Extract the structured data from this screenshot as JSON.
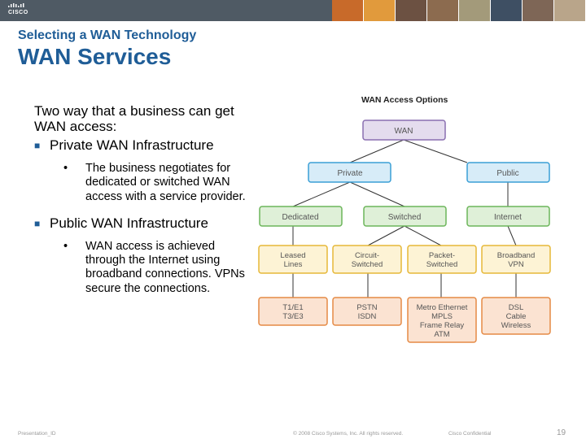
{
  "header": {
    "logo_text": "CISCO",
    "section_title": "Selecting a WAN Technology",
    "slide_title": "WAN Services"
  },
  "content": {
    "intro": "Two way that a business can get WAN access:",
    "bullets": [
      {
        "label": "Private WAN Infrastructure",
        "detail": "The business negotiates for dedicated or switched WAN access with a service provider."
      },
      {
        "label": "Public WAN Infrastructure",
        "detail": "WAN access is achieved through the Internet using broadband connections. VPNs secure the connections."
      }
    ]
  },
  "diagram": {
    "title": "WAN Access Options",
    "root": "WAN",
    "level1": [
      "Private",
      "Public"
    ],
    "level2": [
      "Dedicated",
      "Switched",
      "Internet"
    ],
    "level3": [
      [
        "Leased",
        "Lines"
      ],
      [
        "Circuit-",
        "Switched"
      ],
      [
        "Packet-",
        "Switched"
      ],
      [
        "Broadband",
        "VPN"
      ]
    ],
    "level4": [
      [
        "T1/E1",
        "T3/E3"
      ],
      [
        "PSTN",
        "ISDN"
      ],
      [
        "Metro Ethernet",
        "MPLS",
        "Frame Relay",
        "ATM"
      ],
      [
        "DSL",
        "Cable",
        "Wireless"
      ]
    ],
    "colors": {
      "root_fill": "#e4dcee",
      "root_stroke": "#8a6fb0",
      "level1_fill": "#d7ecf8",
      "level1_stroke": "#3a9fd6",
      "level2_fill": "#dff0d8",
      "level2_stroke": "#6cb55a",
      "level3_fill": "#fdf3d5",
      "level3_stroke": "#e6b838",
      "level4_fill": "#fbe3d2",
      "level4_stroke": "#e58a45"
    }
  },
  "footer": {
    "presentation_id": "Presentation_ID",
    "copyright": "© 2008 Cisco Systems, Inc. All rights reserved.",
    "confidential": "Cisco Confidential",
    "page_number": "19"
  }
}
